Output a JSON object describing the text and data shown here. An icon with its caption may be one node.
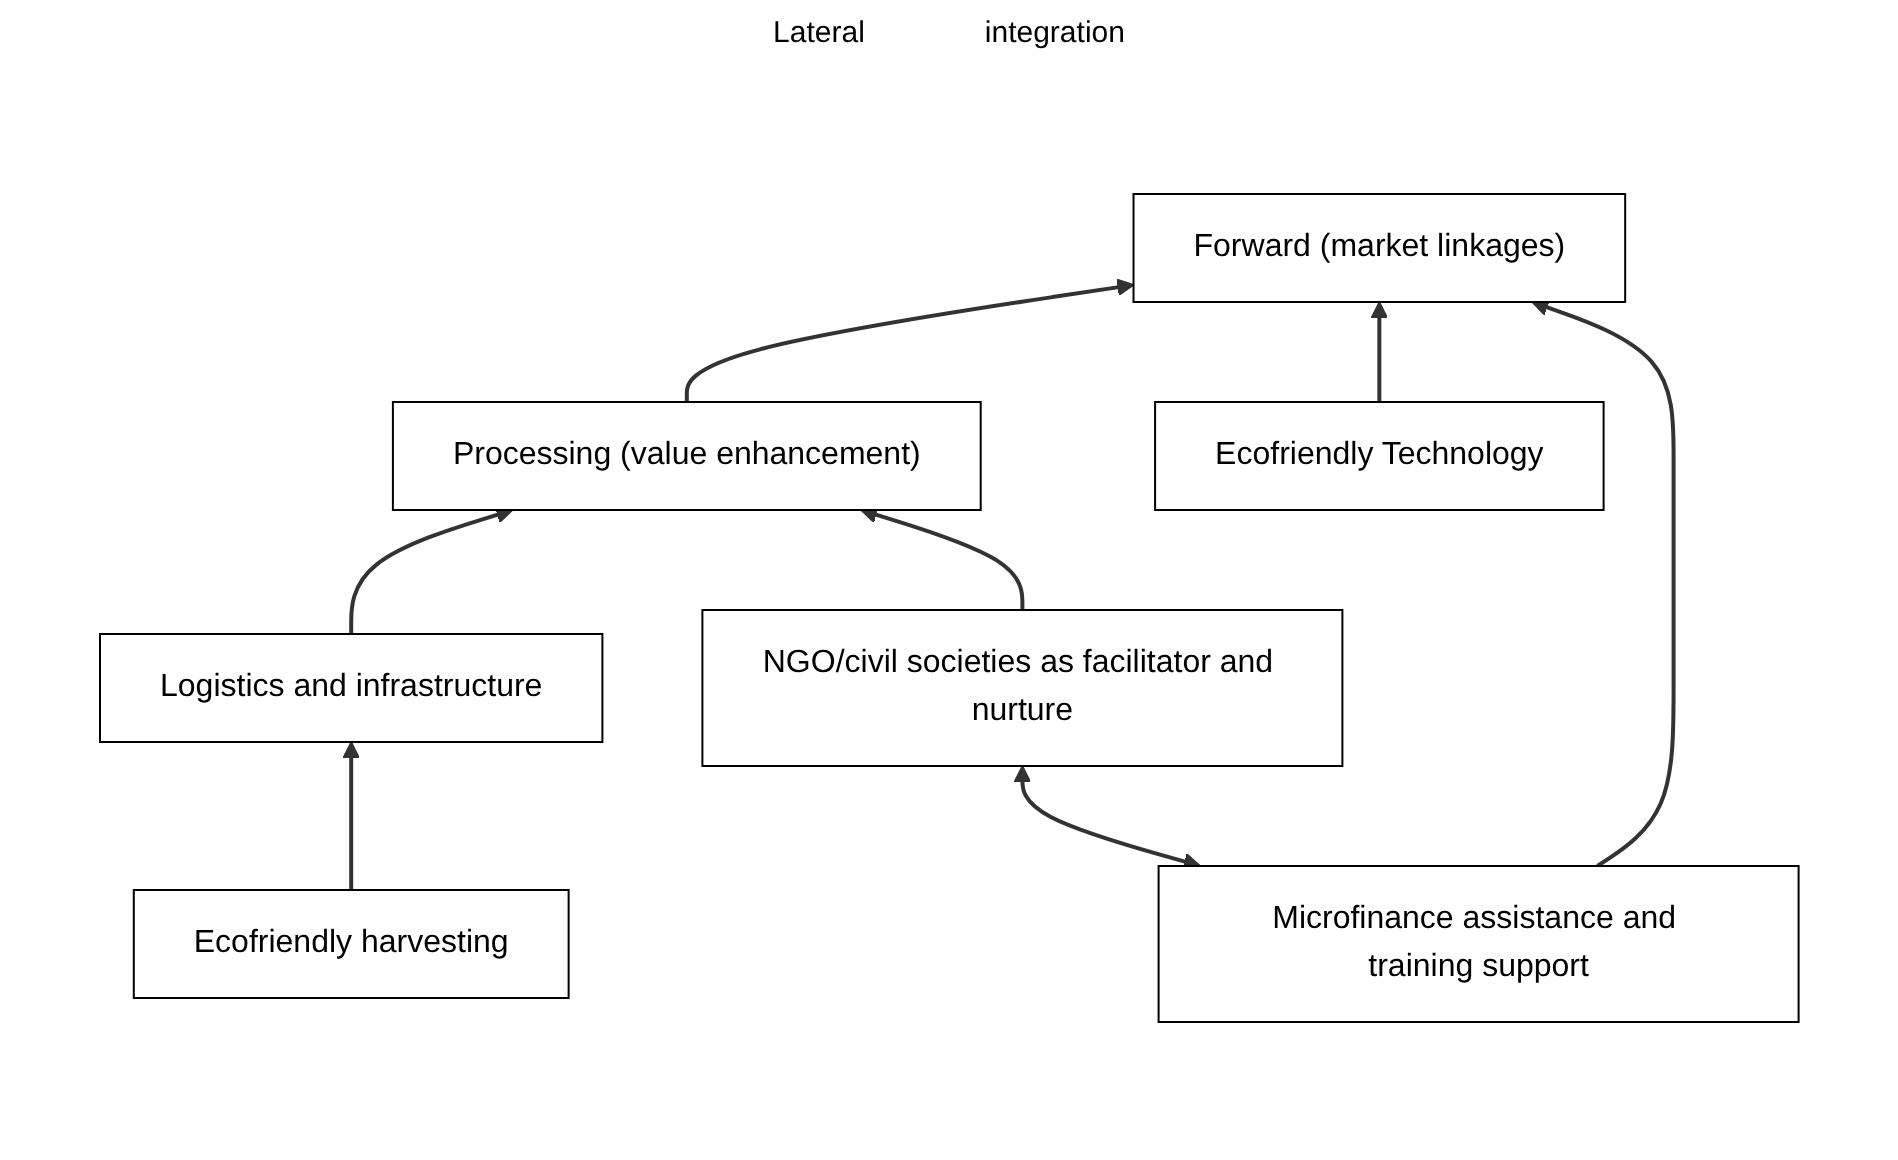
{
  "diagram": {
    "nodes": [
      {
        "text": [
          "Forward (market linkages)"
        ]
      },
      {
        "text": [
          "Ecofriendly Technology"
        ]
      },
      {
        "text": [
          "Microfinance assistance and training support"
        ]
      },
      {
        "text": [
          "Processing (value enhancement)"
        ]
      },
      {
        "text": [
          "NGO/civil societies as facilitator and nurture"
        ]
      },
      {
        "text": [
          "Logistics and infrastructure"
        ]
      },
      {
        "text": [
          "Ecofriendly harvesting"
        ]
      }
    ],
    "edges": [
      {
        "from": 6,
        "to": 5,
        "arrow": "to"
      },
      {
        "from": 5,
        "to": 3,
        "arrow": "to"
      },
      {
        "from": 3,
        "to": 0,
        "arrow": "to"
      },
      {
        "from": 1,
        "to": 0,
        "arrow": "to"
      },
      {
        "from": 2,
        "to": 0,
        "arrow": "to"
      },
      {
        "from": 2,
        "to": 4,
        "arrow": "both"
      },
      {
        "from": 4,
        "to": 3,
        "arrow": "to"
      }
    ],
    "labels": [
      "Lateral",
      "integration"
    ]
  }
}
